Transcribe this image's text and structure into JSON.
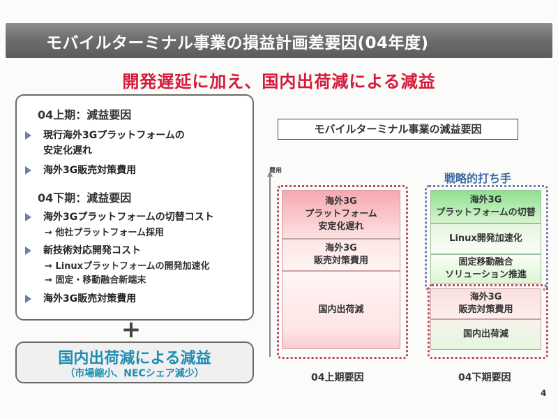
{
  "title": "モバイルターミナル事業の損益計画差要因(04年度)",
  "subtitle": "開発遅延に加え、国内出荷減による減益",
  "left_panel": {
    "h1_heading": "04上期：減益要因",
    "h1_items": [
      {
        "line1": "現行海外3Gプラットフォームの",
        "line2": "安定化遅れ"
      },
      {
        "line1": "海外3G販売対策費用"
      }
    ],
    "h2_heading": "04下期：減益要因",
    "h2_item1": "海外3Gプラットフォームの切替コスト",
    "h2_item1_sub": "→  他社プラットフォーム採用",
    "h2_item2": "新技術対応開発コスト",
    "h2_item2_sub1": "→  Linuxプラットフォームの開発加速化",
    "h2_item2_sub2": "→  固定・移動融合新端末",
    "h2_item3": "海外3G販売対策費用"
  },
  "plus": "+",
  "bottom_box": {
    "main": "国内出荷減による減益",
    "sub": "（市場縮小、NECシェア減少）"
  },
  "chart": {
    "title": "モバイルターミナル事業の減益要因",
    "ylabel": "費用",
    "strategy_label": "戦略的打ち手",
    "x_labels": [
      "04上期要因",
      "04下期要因"
    ],
    "h1_segments": [
      {
        "line1": "海外3G",
        "line2": "プラットフォーム",
        "line3": "安定化遅れ"
      },
      {
        "line1": "海外3G",
        "line2": "販売対策費用"
      },
      {
        "line1": "国内出荷減"
      }
    ],
    "h2_segments": [
      {
        "line1": "海外3G",
        "line2": "プラットフォームの切替"
      },
      {
        "line1": "Linux開発加速化"
      },
      {
        "line1": "固定移動融合",
        "line2": "ソリューション推進"
      },
      {
        "line1": "海外3G",
        "line2": "販売対策費用"
      },
      {
        "line1": "国内出荷減"
      }
    ]
  },
  "page_number": "4",
  "colors": {
    "accent_red": "#d41a3a",
    "accent_blue": "#1f8db0",
    "strategy_blue": "#3f6aa5"
  }
}
